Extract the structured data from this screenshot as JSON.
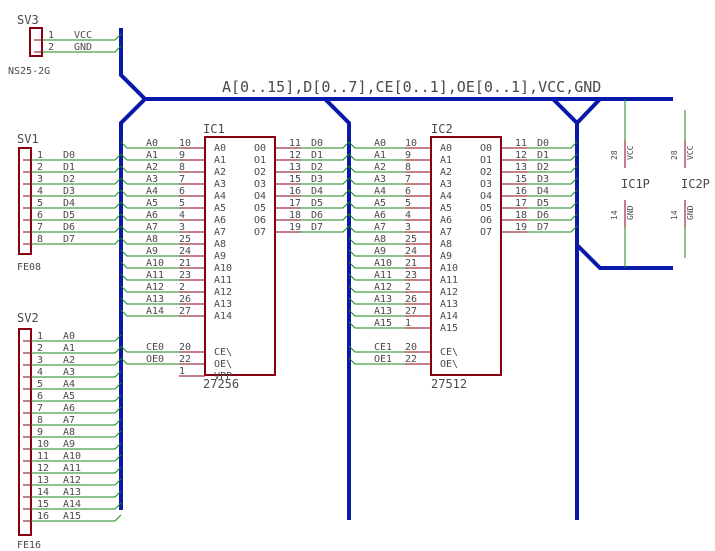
{
  "bus_label": "A[0..15],D[0..7],CE[0..1],OE[0..1],VCC,GND",
  "sv3": {
    "name": "SV3",
    "part": "NS25-2G",
    "pins": [
      {
        "num": "1",
        "net": "VCC"
      },
      {
        "num": "2",
        "net": "GND"
      }
    ]
  },
  "sv1": {
    "name": "SV1",
    "part": "FE08",
    "pins": [
      {
        "num": "1",
        "net": "D0"
      },
      {
        "num": "2",
        "net": "D1"
      },
      {
        "num": "3",
        "net": "D2"
      },
      {
        "num": "4",
        "net": "D3"
      },
      {
        "num": "5",
        "net": "D4"
      },
      {
        "num": "6",
        "net": "D5"
      },
      {
        "num": "7",
        "net": "D6"
      },
      {
        "num": "8",
        "net": "D7"
      }
    ]
  },
  "sv2": {
    "name": "SV2",
    "part": "FE16",
    "pins": [
      {
        "num": "1",
        "net": "A0"
      },
      {
        "num": "2",
        "net": "A1"
      },
      {
        "num": "3",
        "net": "A2"
      },
      {
        "num": "4",
        "net": "A3"
      },
      {
        "num": "5",
        "net": "A4"
      },
      {
        "num": "6",
        "net": "A5"
      },
      {
        "num": "7",
        "net": "A6"
      },
      {
        "num": "8",
        "net": "A7"
      },
      {
        "num": "9",
        "net": "A8"
      },
      {
        "num": "10",
        "net": "A9"
      },
      {
        "num": "11",
        "net": "A10"
      },
      {
        "num": "12",
        "net": "A11"
      },
      {
        "num": "13",
        "net": "A12"
      },
      {
        "num": "14",
        "net": "A13"
      },
      {
        "num": "15",
        "net": "A14"
      },
      {
        "num": "16",
        "net": "A15"
      }
    ]
  },
  "ic1": {
    "name": "IC1",
    "part": "27256",
    "left_pins": [
      {
        "net": "A0",
        "num": "10",
        "pin": "A0"
      },
      {
        "net": "A1",
        "num": "9",
        "pin": "A1"
      },
      {
        "net": "A2",
        "num": "8",
        "pin": "A2"
      },
      {
        "net": "A3",
        "num": "7",
        "pin": "A3"
      },
      {
        "net": "A4",
        "num": "6",
        "pin": "A4"
      },
      {
        "net": "A5",
        "num": "5",
        "pin": "A5"
      },
      {
        "net": "A6",
        "num": "4",
        "pin": "A6"
      },
      {
        "net": "A7",
        "num": "3",
        "pin": "A7"
      },
      {
        "net": "A8",
        "num": "25",
        "pin": "A8"
      },
      {
        "net": "A9",
        "num": "24",
        "pin": "A9"
      },
      {
        "net": "A10",
        "num": "21",
        "pin": "A10"
      },
      {
        "net": "A11",
        "num": "23",
        "pin": "A11"
      },
      {
        "net": "A12",
        "num": "2",
        "pin": "A12"
      },
      {
        "net": "A13",
        "num": "26",
        "pin": "A13"
      },
      {
        "net": "A14",
        "num": "27",
        "pin": "A14"
      },
      {
        "net": "",
        "num": "",
        "pin": ""
      },
      {
        "net": "",
        "num": "",
        "pin": ""
      },
      {
        "net": "CE0",
        "num": "20",
        "pin": "CE\\"
      },
      {
        "net": "OE0",
        "num": "22",
        "pin": "OE\\"
      },
      {
        "net": "",
        "num": "1",
        "pin": "VPP"
      }
    ],
    "right_pins": [
      {
        "pin": "O0",
        "num": "11",
        "net": "D0"
      },
      {
        "pin": "O1",
        "num": "12",
        "net": "D1"
      },
      {
        "pin": "O2",
        "num": "13",
        "net": "D2"
      },
      {
        "pin": "O3",
        "num": "15",
        "net": "D3"
      },
      {
        "pin": "O4",
        "num": "16",
        "net": "D4"
      },
      {
        "pin": "O5",
        "num": "17",
        "net": "D5"
      },
      {
        "pin": "O6",
        "num": "18",
        "net": "D6"
      },
      {
        "pin": "O7",
        "num": "19",
        "net": "D7"
      }
    ]
  },
  "ic2": {
    "name": "IC2",
    "part": "27512",
    "left_pins": [
      {
        "net": "A0",
        "num": "10",
        "pin": "A0"
      },
      {
        "net": "A1",
        "num": "9",
        "pin": "A1"
      },
      {
        "net": "A2",
        "num": "8",
        "pin": "A2"
      },
      {
        "net": "A3",
        "num": "7",
        "pin": "A3"
      },
      {
        "net": "A4",
        "num": "6",
        "pin": "A4"
      },
      {
        "net": "A5",
        "num": "5",
        "pin": "A5"
      },
      {
        "net": "A6",
        "num": "4",
        "pin": "A6"
      },
      {
        "net": "A7",
        "num": "3",
        "pin": "A7"
      },
      {
        "net": "A8",
        "num": "25",
        "pin": "A8"
      },
      {
        "net": "A9",
        "num": "24",
        "pin": "A9"
      },
      {
        "net": "A10",
        "num": "21",
        "pin": "A10"
      },
      {
        "net": "A11",
        "num": "23",
        "pin": "A11"
      },
      {
        "net": "A12",
        "num": "2",
        "pin": "A12"
      },
      {
        "net": "A13",
        "num": "26",
        "pin": "A13"
      },
      {
        "net": "A13",
        "num": "27",
        "pin": "A14"
      },
      {
        "net": "A15",
        "num": "1",
        "pin": "A15"
      },
      {
        "net": "",
        "num": "",
        "pin": ""
      },
      {
        "net": "CE1",
        "num": "20",
        "pin": "CE\\"
      },
      {
        "net": "OE1",
        "num": "22",
        "pin": "OE\\"
      }
    ],
    "right_pins": [
      {
        "pin": "O0",
        "num": "11",
        "net": "D0"
      },
      {
        "pin": "O1",
        "num": "12",
        "net": "D1"
      },
      {
        "pin": "O2",
        "num": "13",
        "net": "D2"
      },
      {
        "pin": "O3",
        "num": "15",
        "net": "D3"
      },
      {
        "pin": "O4",
        "num": "16",
        "net": "D4"
      },
      {
        "pin": "O5",
        "num": "17",
        "net": "D5"
      },
      {
        "pin": "O6",
        "num": "18",
        "net": "D6"
      },
      {
        "pin": "O7",
        "num": "19",
        "net": "D7"
      }
    ]
  },
  "ic1p": {
    "name": "IC1P",
    "vcc": {
      "num": "28",
      "net": "VCC"
    },
    "gnd": {
      "num": "14",
      "net": "GND"
    }
  },
  "ic2p": {
    "name": "IC2P",
    "vcc": {
      "num": "28",
      "net": "VCC"
    },
    "gnd": {
      "num": "14",
      "net": "GND"
    }
  },
  "colors": {
    "bus": "#0a1aa8",
    "net": "#1a8a1a",
    "body": "#8a0010",
    "text": "#4a4a4a"
  }
}
